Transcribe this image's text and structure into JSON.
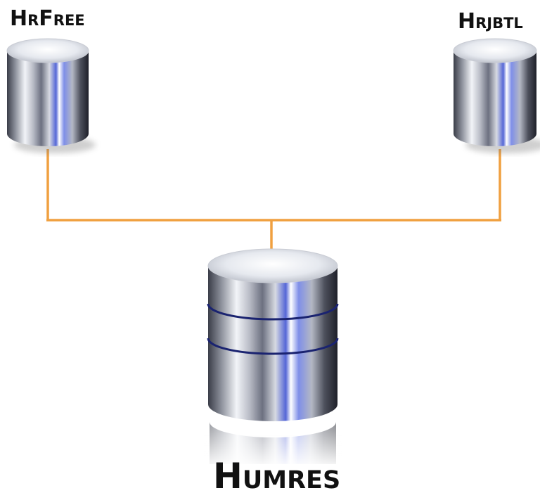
{
  "nodes": {
    "left": {
      "label": "HrFree"
    },
    "right": {
      "label": "Hrjbtl"
    },
    "center": {
      "label": "Humres"
    }
  },
  "colors": {
    "connector": "#f0a040",
    "metal_light": "#f4f6f9",
    "metal_mid": "#a9adb8",
    "metal_dark": "#2d2f3a",
    "metal_blue": "#5563c9",
    "band": "#1a2370",
    "text": "#111111"
  }
}
